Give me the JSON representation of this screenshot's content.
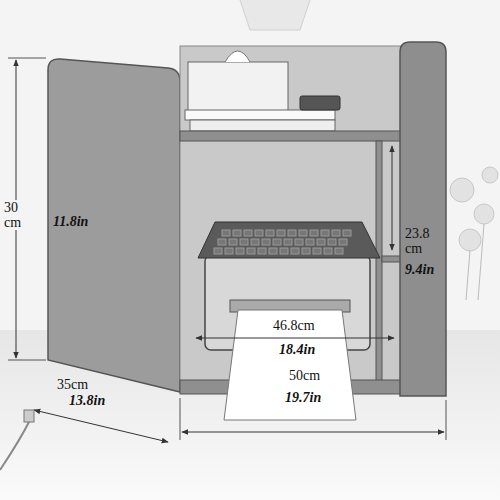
{
  "diagram": {
    "labels": [
      "30 cm",
      "11.8in",
      "23.8 cm",
      "9.4in",
      "46.8cm",
      "18.4in",
      "50cm",
      "19.7in",
      "35cm",
      "13.8in"
    ]
  }
}
